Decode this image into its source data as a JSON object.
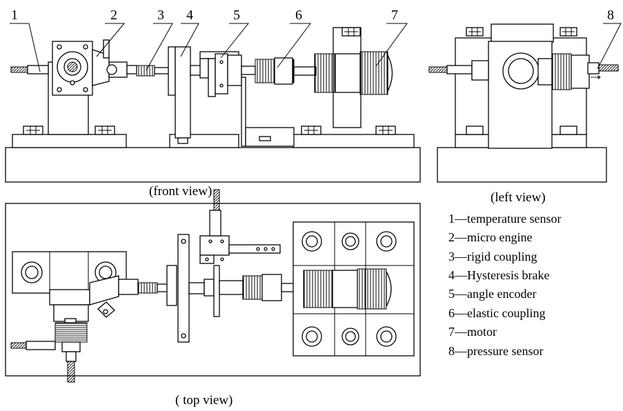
{
  "callouts": [
    "1",
    "2",
    "3",
    "4",
    "5",
    "6",
    "7",
    "8"
  ],
  "views": {
    "front": "(front view)",
    "left": "(left view)",
    "top": "(  top view)"
  },
  "legend": [
    "1—temperature sensor",
    "2—micro engine",
    "3—rigid coupling",
    "4—Hysteresis brake",
    "5—angle encoder",
    "6—elastic coupling",
    "7—motor",
    "8—pressure sensor"
  ]
}
